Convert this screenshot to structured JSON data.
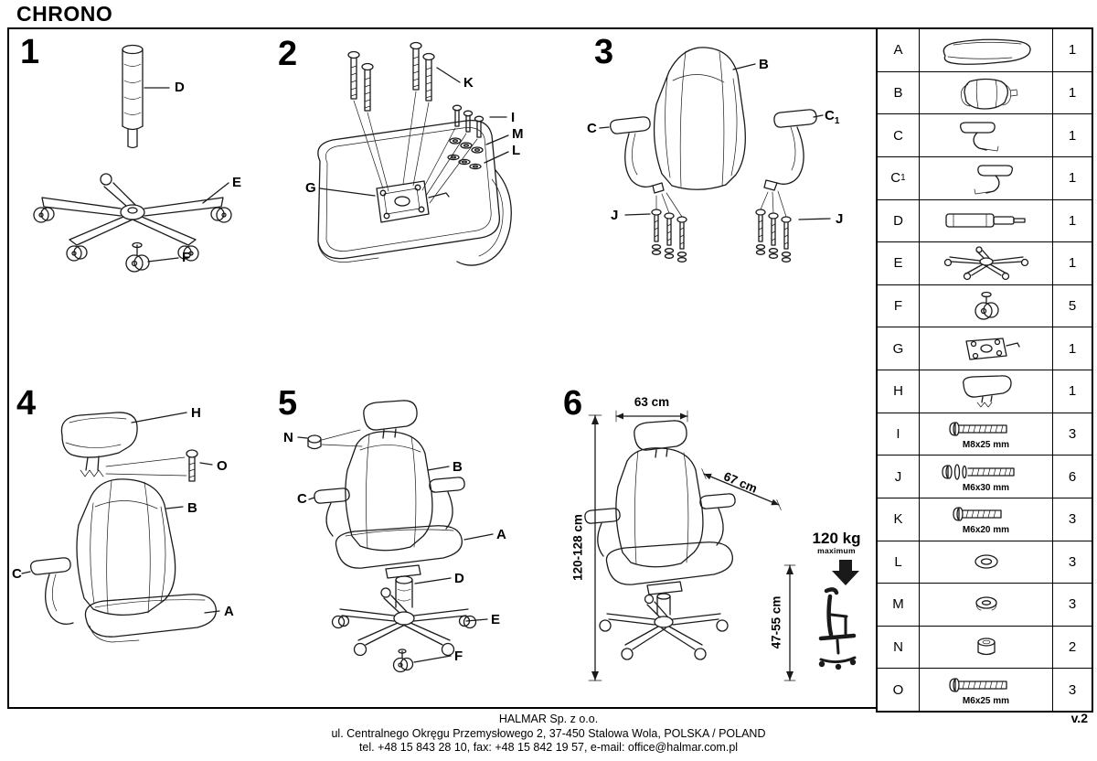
{
  "title": "CHRONO",
  "version": "v.2",
  "footer": {
    "line1": "HALMAR Sp. z o.o.",
    "line2": "ul. Centralnego Okręgu Przemysłowego 2, 37-450 Stalowa Wola, POLSKA / POLAND",
    "line3": "tel. +48 15 843 28 10, fax: +48 15 842 19 57, e-mail: office@halmar.com.pl"
  },
  "steps": {
    "s1": {
      "number": "1",
      "labels": {
        "d": "D",
        "e": "E",
        "f": "F"
      }
    },
    "s2": {
      "number": "2",
      "labels": {
        "k": "K",
        "i": "I",
        "m": "M",
        "l": "L",
        "g": "G"
      }
    },
    "s3": {
      "number": "3",
      "labels": {
        "b": "B",
        "c": "C",
        "c1": "C",
        "c1sub": "1",
        "jl": "J",
        "jr": "J"
      }
    },
    "s4": {
      "number": "4",
      "labels": {
        "h": "H",
        "o": "O",
        "b": "B",
        "c": "C",
        "a": "A"
      }
    },
    "s5": {
      "number": "5",
      "labels": {
        "n": "N",
        "b": "B",
        "c": "C",
        "a": "A",
        "d": "D",
        "e": "E",
        "f": "F"
      }
    },
    "s6": {
      "number": "6",
      "dims": {
        "width": "63 cm",
        "depth": "67 cm",
        "height": "120-128 cm",
        "seat_height": "47-55 cm",
        "max_load": "120 kg",
        "max_load_sub": "maximum"
      }
    }
  },
  "parts_table": {
    "rows": [
      {
        "letter": "A",
        "sub": "",
        "qty": "1",
        "part": "seat"
      },
      {
        "letter": "B",
        "sub": "",
        "qty": "1",
        "part": "backrest"
      },
      {
        "letter": "C",
        "sub": "",
        "qty": "1",
        "part": "armrest-left"
      },
      {
        "letter": "C",
        "sub": "1",
        "qty": "1",
        "part": "armrest-right"
      },
      {
        "letter": "D",
        "sub": "",
        "qty": "1",
        "part": "gas-lift"
      },
      {
        "letter": "E",
        "sub": "",
        "qty": "1",
        "part": "five-star-base"
      },
      {
        "letter": "F",
        "sub": "",
        "qty": "5",
        "part": "caster"
      },
      {
        "letter": "G",
        "sub": "",
        "qty": "1",
        "part": "tilt-mechanism"
      },
      {
        "letter": "H",
        "sub": "",
        "qty": "1",
        "part": "headrest"
      },
      {
        "letter": "I",
        "sub": "",
        "qty": "3",
        "part": "screw",
        "spec": "M8x25 mm"
      },
      {
        "letter": "J",
        "sub": "",
        "qty": "6",
        "part": "screw-with-washers",
        "spec": "M6x30 mm"
      },
      {
        "letter": "K",
        "sub": "",
        "qty": "3",
        "part": "screw",
        "spec": "M6x20 mm"
      },
      {
        "letter": "L",
        "sub": "",
        "qty": "3",
        "part": "washer-flat"
      },
      {
        "letter": "M",
        "sub": "",
        "qty": "3",
        "part": "washer-grommet"
      },
      {
        "letter": "N",
        "sub": "",
        "qty": "2",
        "part": "cap"
      },
      {
        "letter": "O",
        "sub": "",
        "qty": "3",
        "part": "screw",
        "spec": "M6x25 mm"
      }
    ]
  }
}
